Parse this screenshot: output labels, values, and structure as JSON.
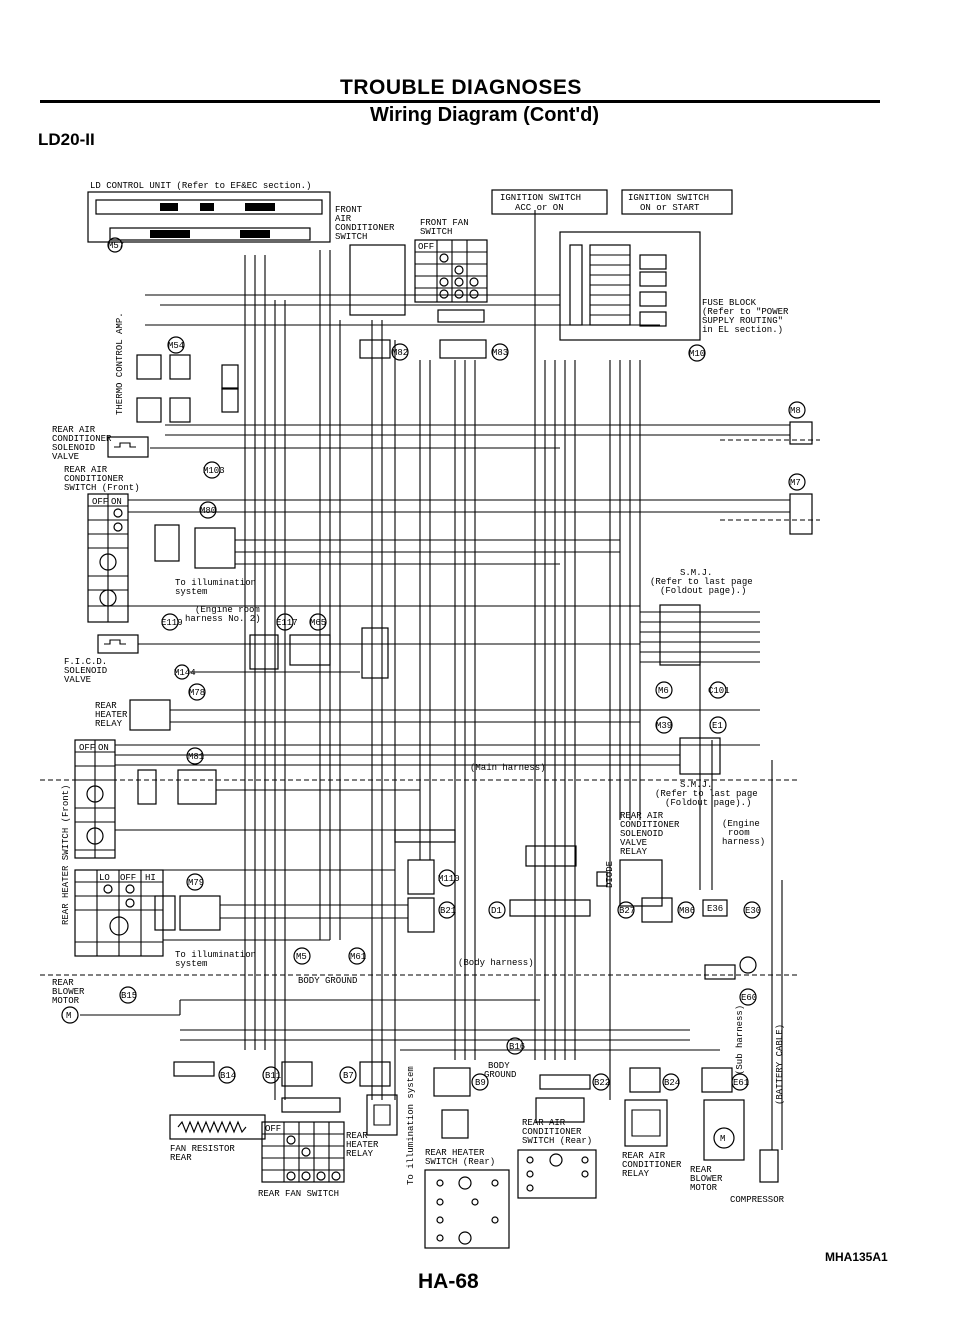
{
  "header": {
    "title": "TROUBLE DIAGNOSES",
    "subtitle": "Wiring Diagram (Cont'd)",
    "model_code": "LD20-II"
  },
  "footer": {
    "figure_code": "MHA135A1",
    "page_number": "HA-68"
  },
  "labels": {
    "ld_control": "LD CONTROL UNIT (Refer to EF&EC section.)",
    "front_ac_1": "FRONT",
    "front_ac_2": "AIR",
    "front_ac_3": "CONDITIONER",
    "front_ac_4": "SWITCH",
    "front_fan_1": "FRONT FAN",
    "front_fan_2": "SWITCH",
    "ign_acc_1": "IGNITION SWITCH",
    "ign_acc_2": "ACC or ON",
    "ign_start_1": "IGNITION SWITCH",
    "ign_start_2": "ON or START",
    "fuse_1": "FUSE BLOCK",
    "fuse_2": "(Refer to \"POWER",
    "fuse_3": "SUPPLY ROUTING\"",
    "fuse_4": "in EL section.)",
    "thermo": "THERMO CONTROL AMP.",
    "rear_sol_1": "REAR AIR",
    "rear_sol_2": "CONDITIONER",
    "rear_sol_3": "SOLENOID",
    "rear_sol_4": "VALVE",
    "rear_ac_sw_1": "REAR AIR",
    "rear_ac_sw_2": "CONDITIONER",
    "rear_ac_sw_3": "SWITCH (Front)",
    "illum_1": "To illumination",
    "illum_2": "system",
    "engine_room_1": "(Engine room",
    "engine_room_2": "harness No. 2)",
    "fcd_1": "F.I.C.D.",
    "fcd_2": "SOLENOID",
    "fcd_3": "VALVE",
    "smj_1": "S.M.J.",
    "smj_2": "(Refer to last page",
    "smj_3": "(Foldout page).)",
    "rear_heater_relay_1": "REAR",
    "rear_heater_relay_2": "HEATER",
    "rear_heater_relay_3": "RELAY",
    "main_harness": "(Main harness)",
    "rear_ac_sol_relay_1": "REAR AIR",
    "rear_ac_sol_relay_2": "CONDITIONER",
    "rear_ac_sol_relay_3": "SOLENOID",
    "rear_ac_sol_relay_4": "VALVE",
    "rear_ac_sol_relay_5": "RELAY",
    "engine_room_harness_1": "(Engine",
    "engine_room_harness_2": "room",
    "engine_room_harness_3": "harness)",
    "diode": "DIODE",
    "rear_heater_sw_front": "REAR HEATER SWITCH (Front)",
    "rear_blower_1": "REAR",
    "rear_blower_2": "BLOWER",
    "rear_blower_3": "MOTOR",
    "body_ground": "BODY GROUND",
    "body_harness": "(Body harness)",
    "body_ground_2": "BODY",
    "body_ground_3": "GROUND",
    "fan_res_1": "FAN RESISTOR",
    "fan_res_2": "REAR",
    "rear_fan_sw": "REAR FAN SWITCH",
    "rear_heater_relay_b1": "REAR",
    "rear_heater_relay_b2": "HEATER",
    "rear_heater_relay_b3": "RELAY",
    "illum_system_vert": "To illumination system",
    "rear_heater_sw_rear_1": "REAR HEATER",
    "rear_heater_sw_rear_2": "SWITCH (Rear)",
    "rear_ac_sw_rear_1": "REAR AIR",
    "rear_ac_sw_rear_2": "CONDITIONER",
    "rear_ac_sw_rear_3": "SWITCH (Rear)",
    "rear_ac_relay_1": "REAR AIR",
    "rear_ac_relay_2": "CONDITIONER",
    "rear_ac_relay_3": "RELAY",
    "sub_harness": "(Sub harness)",
    "battery_cable": "(BATTERY CABLE)",
    "rear_blower_b1": "REAR",
    "rear_blower_b2": "BLOWER",
    "rear_blower_b3": "MOTOR",
    "compressor": "COMPRESSOR",
    "off": "OFF",
    "on": "ON",
    "lo": "LO",
    "hi": "HI"
  },
  "connectors": {
    "m57": "M57",
    "m54": "M54",
    "m82": "M82",
    "m83": "M83",
    "m10": "M10",
    "m8": "M8",
    "m7": "M7",
    "m103": "M103",
    "m80": "M80",
    "e119": "E119",
    "e117": "E117",
    "m65": "M65",
    "m144": "M144",
    "m78": "M78",
    "m6": "M6",
    "c101": "C101",
    "m39": "M39",
    "e1": "E1",
    "m81": "M81",
    "m79": "M79",
    "m5": "M5",
    "m61": "M61",
    "m110": "M110",
    "b21": "B21",
    "d1": "D1",
    "b27": "B27",
    "m86": "M86",
    "e36": "E36",
    "e30": "E30",
    "e60": "E60",
    "b15": "B15",
    "b16": "B16",
    "b14": "B14",
    "b11": "B11",
    "b7": "B7",
    "b9": "B9",
    "b22": "B22",
    "b24": "B24",
    "e61": "E61"
  }
}
